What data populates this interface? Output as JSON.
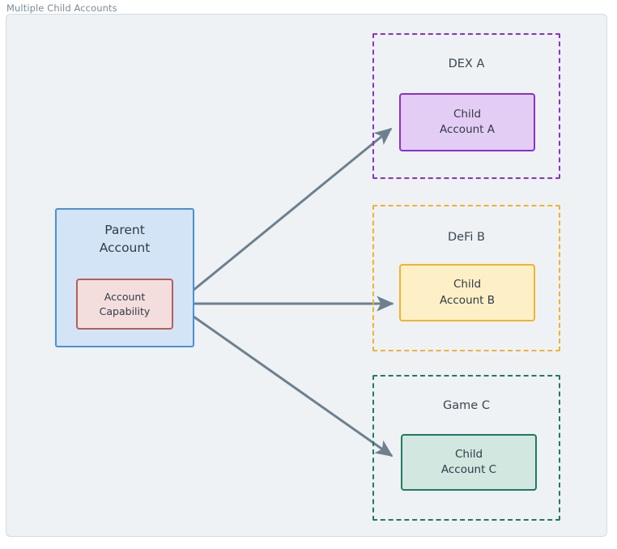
{
  "frame": {
    "title": "Multiple Child Accounts",
    "background": "#eef2f5",
    "border_color": "#d3dce3"
  },
  "parent": {
    "label_line1": "Parent",
    "label_line2": "Account",
    "fill": "#d4e4f7",
    "border_color": "#4a90d9",
    "capability": {
      "label_line1": "Account",
      "label_line2": "Capability",
      "fill": "#f4dedd",
      "border_color": "#b4605c"
    }
  },
  "groups": [
    {
      "name": "dex",
      "label": "DEX A",
      "border_color": "#8b2fd0",
      "border_style": "dashed",
      "child": {
        "label_line1": "Child",
        "label_line2": "Account A",
        "fill": "#e4cdf5",
        "border_color": "#8b2fd0"
      }
    },
    {
      "name": "defi",
      "label": "DeFi B",
      "border_color": "#f2b32b",
      "border_style": "dashed",
      "child": {
        "label_line1": "Child",
        "label_line2": "Account B",
        "fill": "#fdf0c6",
        "border_color": "#f2b32b"
      }
    },
    {
      "name": "game",
      "label": "Game C",
      "border_color": "#1f7a63",
      "border_style": "dashed",
      "child": {
        "label_line1": "Child",
        "label_line2": "Account C",
        "fill": "#d2e7df",
        "border_color": "#1f7a63"
      }
    }
  ],
  "connections": {
    "color": "#6e808d",
    "stroke_width": 3,
    "edges": [
      {
        "name": "capability-to-child-a",
        "from": "account-capability",
        "to": "child-account-a"
      },
      {
        "name": "capability-to-child-b",
        "from": "account-capability",
        "to": "child-account-b"
      },
      {
        "name": "capability-to-child-c",
        "from": "account-capability",
        "to": "child-account-c"
      }
    ]
  }
}
